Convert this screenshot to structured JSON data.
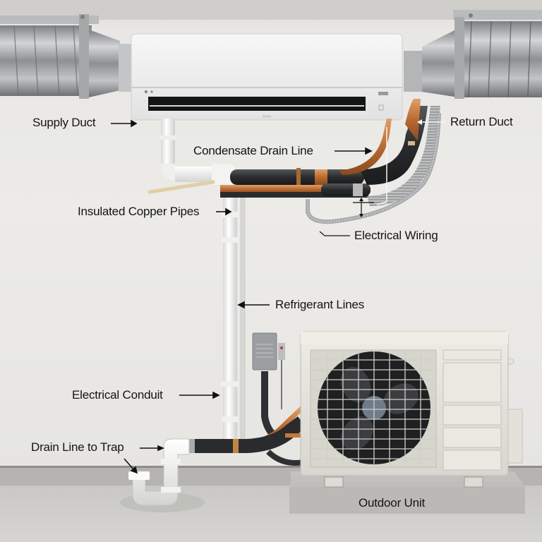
{
  "diagram": {
    "subject": "Ducted mini-split air conditioner installation",
    "labels": {
      "supply_duct": "Supply Duct",
      "return_duct": "Return Duct",
      "condensate_drain_line": "Condensate Drain Line",
      "insulated_copper_pipes": "Insulated Copper Pipes",
      "electrical_wiring": "Electrical Wiring",
      "refrigerant_lines": "Refrigerant Lines",
      "electrical_conduit": "Electrical Conduit",
      "drain_line_to_trap": "Drain Line to Trap",
      "outdoor_unit": "Outdoor Unit"
    },
    "components": [
      {
        "id": "indoor-unit",
        "name": "Indoor wall-mounted unit"
      },
      {
        "id": "supply-duct",
        "name": "Flexible foil supply duct (left)"
      },
      {
        "id": "return-duct",
        "name": "Flexible foil return duct (right)"
      },
      {
        "id": "line-set",
        "name": "Insulated copper refrigerant line set"
      },
      {
        "id": "condensate-pipe",
        "name": "White PVC condensate drain pipe"
      },
      {
        "id": "p-trap",
        "name": "PVC P-trap"
      },
      {
        "id": "disconnect-box",
        "name": "Electrical disconnect box"
      },
      {
        "id": "outdoor-unit",
        "name": "Outdoor condenser unit with fan"
      },
      {
        "id": "concrete-pad",
        "name": "Concrete pad"
      }
    ],
    "colors": {
      "wall": "#ebeae7",
      "floor": "#cfcecb",
      "copper": "#c47a3e",
      "insulation": "#2e2f31",
      "pvc": "#f4f4f2",
      "foil": "#a9abad",
      "unit_white": "#f3f3f2",
      "outdoor_unit": "#e3e2da"
    }
  }
}
